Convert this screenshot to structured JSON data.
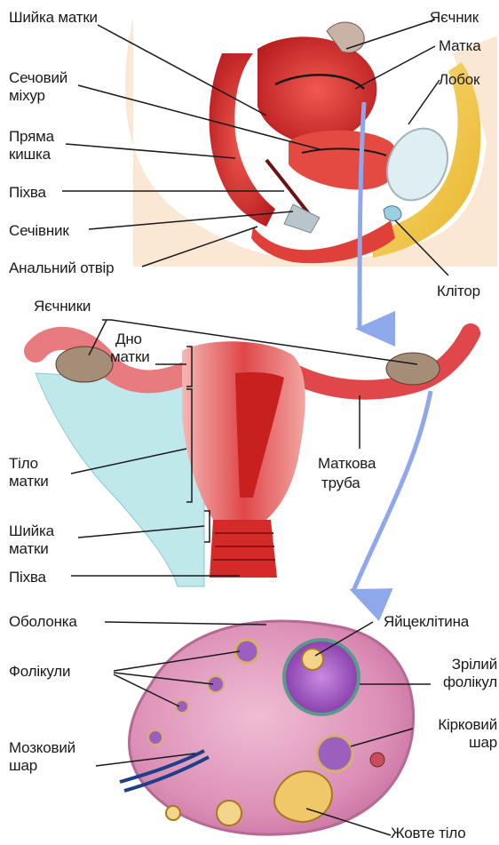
{
  "sagittal": {
    "cervix": "Шийка матки",
    "bladder_line1": "Сечовий",
    "bladder_line2": "міхур",
    "rectum_line1": "Пряма",
    "rectum_line2": "кишка",
    "vagina": "Піхва",
    "urethra": "Сечівник",
    "anus": "Анальний отвір",
    "ovary": "Яєчник",
    "uterus": "Матка",
    "pubis": "Лобок",
    "clitoris": "Клітор"
  },
  "uterus_frontal": {
    "ovaries": "Яєчники",
    "fundus_line1": "Дно",
    "fundus_line2": "матки",
    "body_line1": "Тіло",
    "body_line2": "матки",
    "cervix_line1": "Шийка",
    "cervix_line2": "матки",
    "vagina": "Піхва",
    "tube_line1": "Маткова",
    "tube_line2": "труба"
  },
  "ovary_section": {
    "membrane": "Оболонка",
    "follicles": "Фолікули",
    "medulla_line1": "Мозковий",
    "medulla_line2": "шар",
    "egg": "Яйцеклітина",
    "mature_line1": "Зрілий",
    "mature_line2": "фолікул",
    "cortex_line1": "Кірковий",
    "cortex_line2": "шар",
    "corpus_luteum": "Жовте тіло"
  },
  "colors": {
    "flesh": "#e23a3a",
    "flesh_dark": "#b81f22",
    "peritoneum": "#a9dfe0",
    "fat": "#f2c84a",
    "ovary_pink": "#e6a7c6",
    "arrow": "#8fa8ec"
  }
}
